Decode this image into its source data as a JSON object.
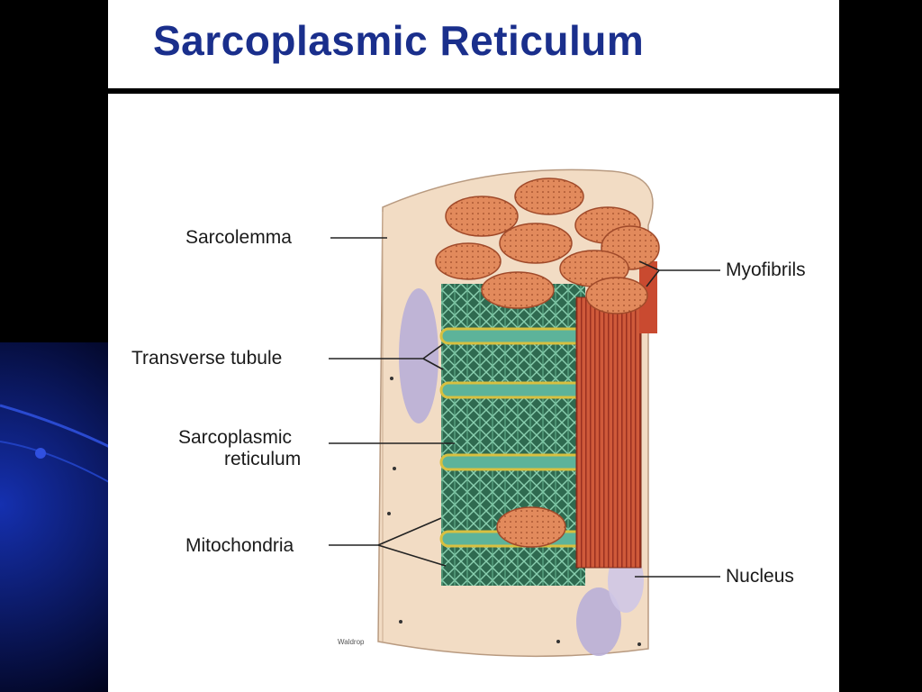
{
  "slide": {
    "title": "Sarcoplasmic Reticulum"
  },
  "labels": {
    "sarcolemma": "Sarcolemma",
    "transverse_tubule": "Transverse tubule",
    "sarcoplasmic_line1": "Sarcoplasmic",
    "sarcoplasmic_line2": "reticulum",
    "mitochondria": "Mitochondria",
    "myofibrils": "Myofibrils",
    "nucleus": "Nucleus"
  },
  "credit": "Waldrop",
  "colors": {
    "title": "#1a2f8c",
    "myofibril": "#e08a5a",
    "reticulum": "#3f8a6a",
    "tubule": "#d8c040",
    "sarcolemma": "#f0d9c0",
    "nucleus": "#b8aed6"
  }
}
